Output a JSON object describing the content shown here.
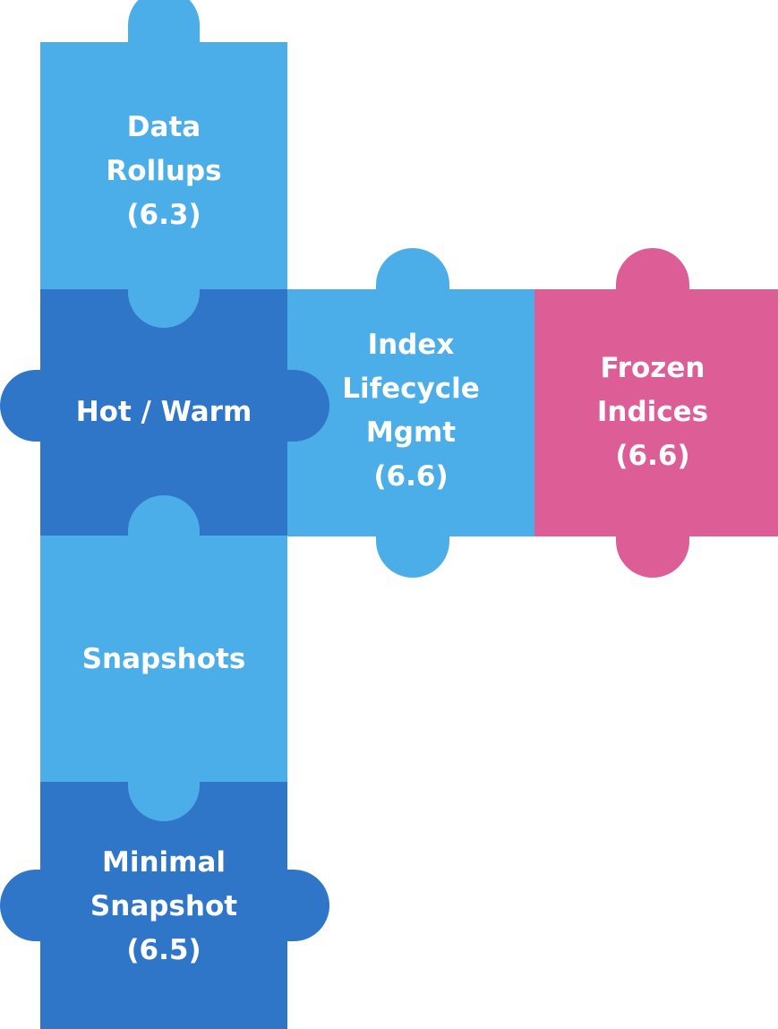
{
  "colors": {
    "light_blue": "#4baee8",
    "dark_blue": "#2f76c8",
    "pink": "#dd5e96",
    "text": "#ffffff"
  },
  "pieces": {
    "data_rollups": {
      "lines": [
        "Data",
        "Rollups",
        "(6.3)"
      ],
      "color": "#4baee8"
    },
    "hot_warm": {
      "lines": [
        "Hot / Warm"
      ],
      "color": "#2f76c8"
    },
    "snapshots": {
      "lines": [
        "Snapshots"
      ],
      "color": "#4baee8"
    },
    "minimal_snapshot": {
      "lines": [
        "Minimal",
        "Snapshot",
        "(6.5)"
      ],
      "color": "#2f76c8"
    },
    "index_lifecycle": {
      "lines": [
        "Index",
        "Lifecycle",
        "Mgmt",
        "(6.6)"
      ],
      "color": "#4baee8"
    },
    "frozen_indices": {
      "lines": [
        "Frozen",
        "Indices",
        "(6.6)"
      ],
      "color": "#dd5e96"
    }
  }
}
